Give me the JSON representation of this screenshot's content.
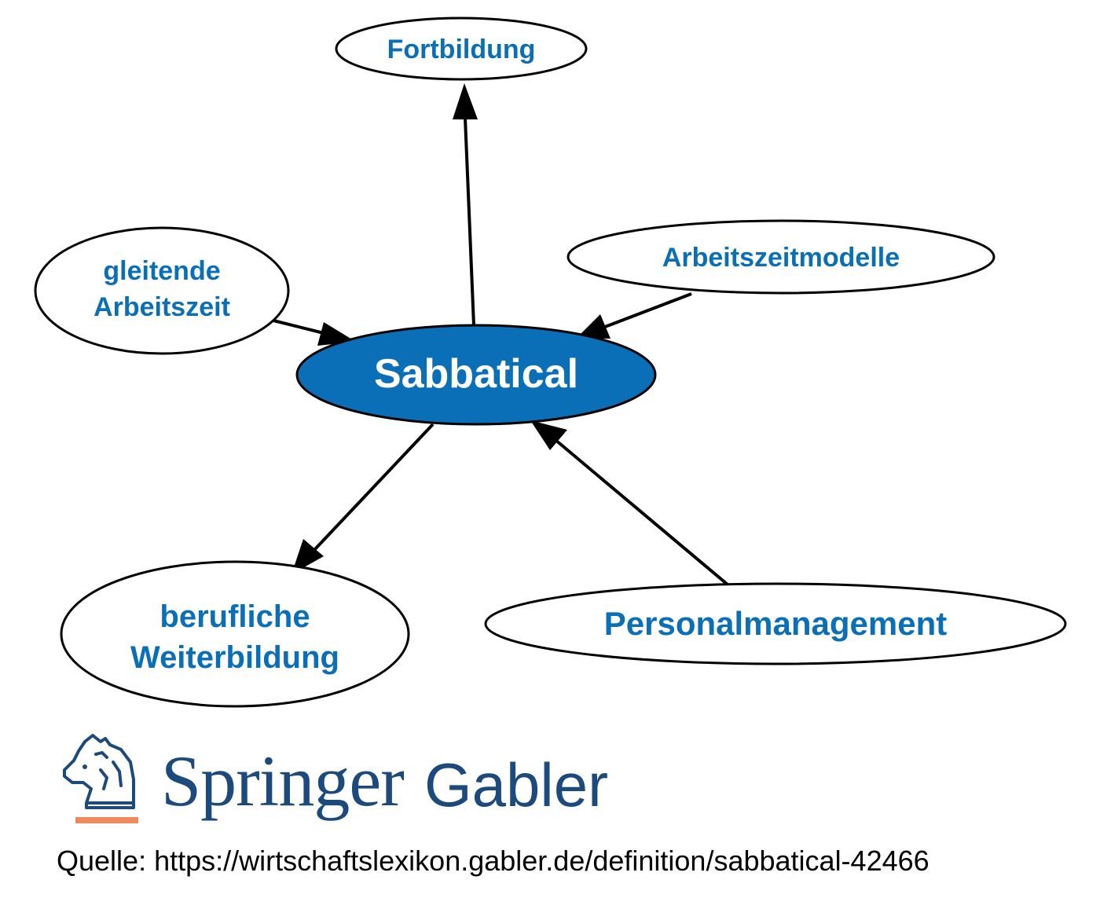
{
  "diagram": {
    "center": {
      "label": "Sabbatical"
    },
    "nodes": {
      "fortbildung": {
        "label": "Fortbildung"
      },
      "arbeitszeitmodelle": {
        "label": "Arbeitszeitmodelle"
      },
      "gleitende": {
        "line1": "gleitende",
        "line2": "Arbeitszeit"
      },
      "berufliche": {
        "line1": "berufliche",
        "line2": "Weiterbildung"
      },
      "personalmanagement": {
        "label": "Personalmanagement"
      }
    },
    "edges": [
      {
        "from": "Sabbatical",
        "to": "Fortbildung"
      },
      {
        "from": "Arbeitszeitmodelle",
        "to": "Sabbatical"
      },
      {
        "from": "gleitende Arbeitszeit",
        "to": "Sabbatical"
      },
      {
        "from": "Sabbatical",
        "to": "berufliche Weiterbildung"
      },
      {
        "from": "Personalmanagement",
        "to": "Sabbatical"
      }
    ],
    "colors": {
      "accent": "#0a6fb7",
      "edge": "#000000",
      "logo_text": "#1d4a7c",
      "logo_underline": "#f08a5d"
    }
  },
  "logo": {
    "brand": "Springer",
    "sub": "Gabler",
    "icon": "knight-horse-icon"
  },
  "source": {
    "text": "Quelle: https://wirtschaftslexikon.gabler.de/definition/sabbatical-42466"
  }
}
